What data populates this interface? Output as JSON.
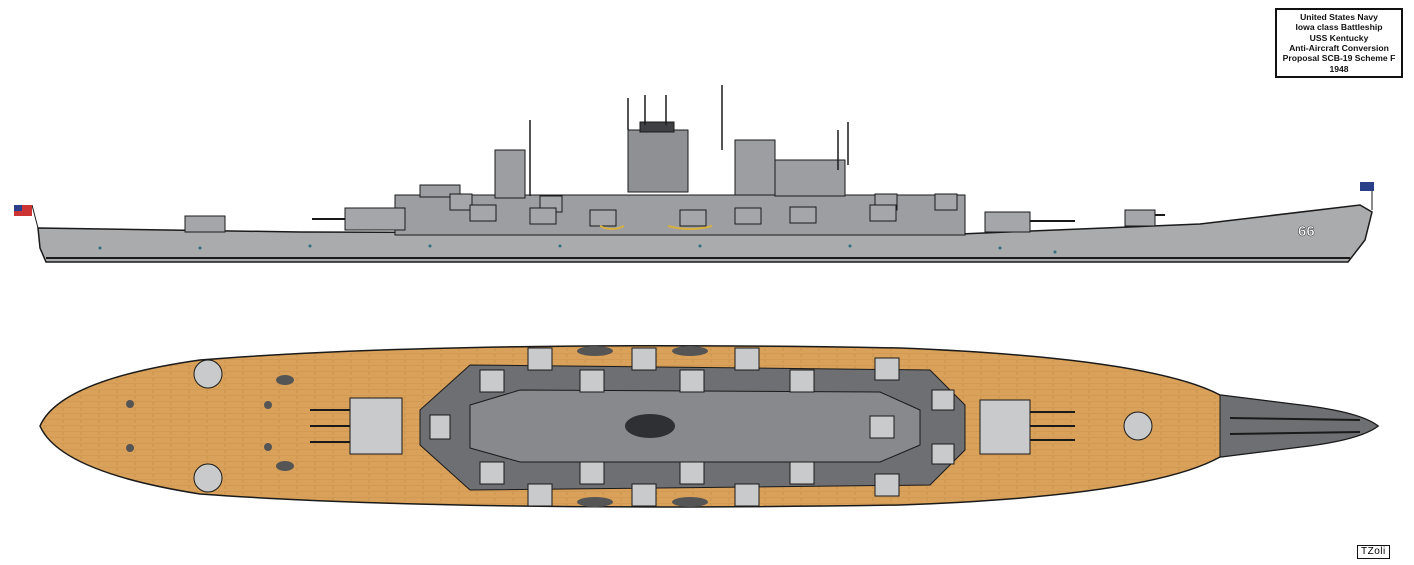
{
  "title_block": {
    "lines": [
      "United States Navy",
      "Iowa class Battleship",
      "USS Kentucky",
      "Anti-Aircraft Conversion",
      "Proposal SCB-19 Scheme F",
      "1948"
    ]
  },
  "hull_number": "66",
  "signature": "TZoli",
  "colors": {
    "hull_gray": "#a9abad",
    "superstructure_gray": "#9c9ea1",
    "dark_gray": "#6d6f72",
    "deck_wood": "#d9a15a",
    "outline": "#1a1a1a"
  }
}
